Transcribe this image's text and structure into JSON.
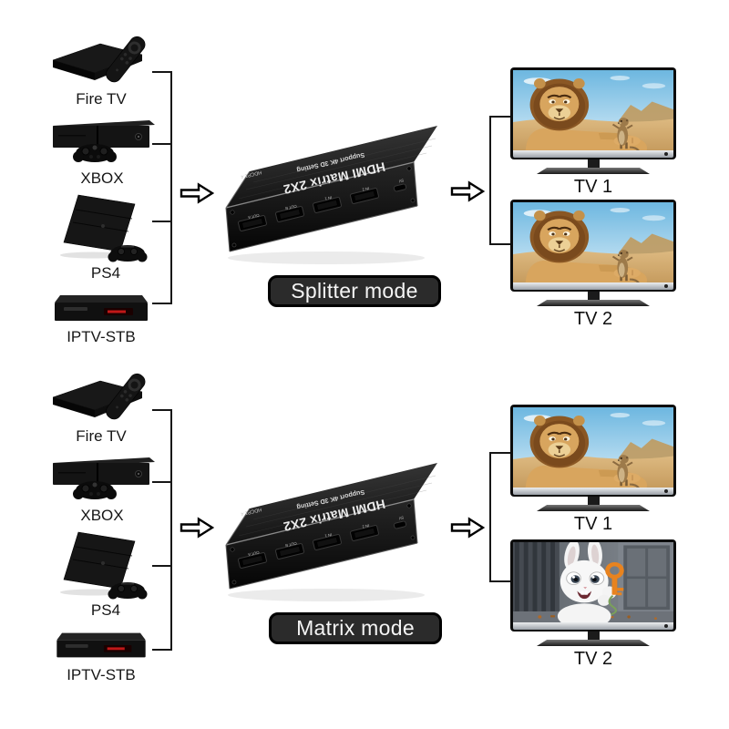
{
  "colors": {
    "background": "#ffffff",
    "line": "#161616",
    "badge_bg": "#2b2b2b",
    "badge_text": "#f4f4f4",
    "device_body": "#1a1a1a",
    "key_orange": "#e8831f",
    "sky_blue": "#6db7e0",
    "sand": "#d8b57c"
  },
  "sections": [
    {
      "mode_label": "Splitter mode",
      "sources": [
        {
          "label": "Fire TV",
          "icon": "fire-tv-icon"
        },
        {
          "label": "XBOX",
          "icon": "xbox-icon"
        },
        {
          "label": "PS4",
          "icon": "ps4-icon"
        },
        {
          "label": "IPTV-STB",
          "icon": "iptv-stb-icon"
        }
      ],
      "device": {
        "title": "HDMI Matrix 2X2",
        "subtitle": "Support 4K 3D Setting",
        "corner_text": "HDCP1.4",
        "ports": [
          "OUT A",
          "OUT B",
          "IN 1",
          "IN 2",
          "5V"
        ]
      },
      "outputs": [
        {
          "label": "TV 1",
          "screen": "lion-scene"
        },
        {
          "label": "TV 2",
          "screen": "lion-scene"
        }
      ]
    },
    {
      "mode_label": "Matrix mode",
      "sources": [
        {
          "label": "Fire TV",
          "icon": "fire-tv-icon"
        },
        {
          "label": "XBOX",
          "icon": "xbox-icon"
        },
        {
          "label": "PS4",
          "icon": "ps4-icon"
        },
        {
          "label": "IPTV-STB",
          "icon": "iptv-stb-icon"
        }
      ],
      "device": {
        "title": "HDMI Matrix 2X2",
        "subtitle": "Support 4K 3D Setting",
        "corner_text": "HDCP1.4",
        "ports": [
          "OUT A",
          "OUT B",
          "IN 1",
          "IN 2",
          "5V"
        ]
      },
      "outputs": [
        {
          "label": "TV 1",
          "screen": "lion-scene"
        },
        {
          "label": "TV 2",
          "screen": "rabbit-scene"
        }
      ]
    }
  ]
}
